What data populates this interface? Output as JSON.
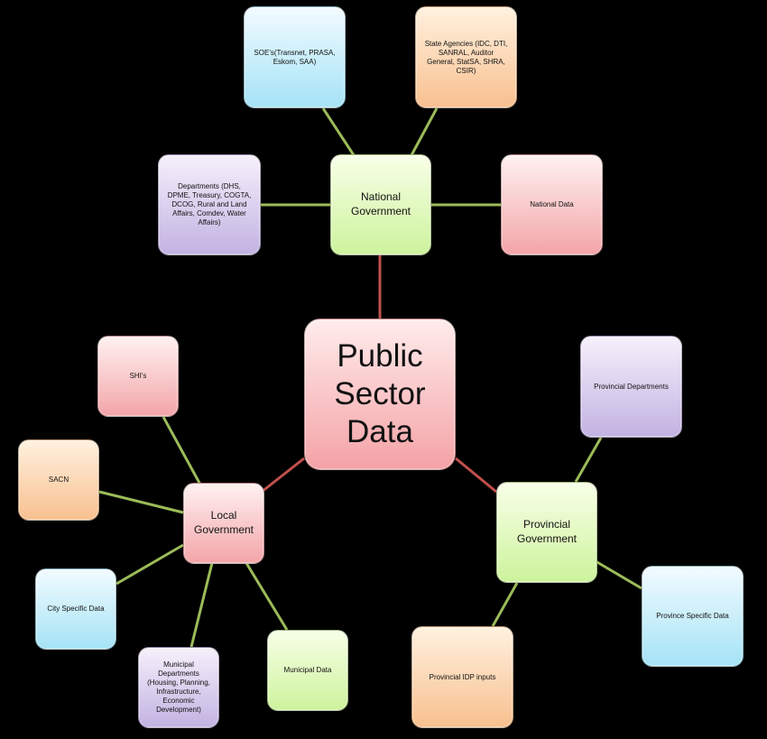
{
  "center": {
    "label": "Public\nSector\nData"
  },
  "national": {
    "hub": "National\nGovernment",
    "soes": "SOE's(Transnet,  PRASA,\nEskom, SAA)",
    "agencies": "State Agencies  (IDC, DTI,\nSANRAL,  Auditor\nGeneral,  StatSA,  SHRA,\nCSIR)",
    "departments": "Departments  (DHS,\nDPME, Treasury, COGTA,\nDCOG, Rural  and Land\nAffairs, Comdev,  Water\nAffairs)",
    "data": "National  Data"
  },
  "local": {
    "hub": "Local\nGovernment",
    "shis": "SHI's",
    "sacn": "SACN",
    "city_data": "City  Specific  Data",
    "municipal_departments": "Municipal\nDepartments\n(Housing,  Planning,\nInfrastructure,\nEconomic\nDevelopment)",
    "municipal_data": "Municipal  Data"
  },
  "provincial": {
    "hub": "Provincial\nGovernment",
    "departments": "Provincial  Departments",
    "specific_data": "Province  Specific  Data",
    "idp_inputs": "Provincial   IDP inputs"
  },
  "colors": {
    "spoke_link": "#9bbb59",
    "core_link": "#c0504d"
  }
}
